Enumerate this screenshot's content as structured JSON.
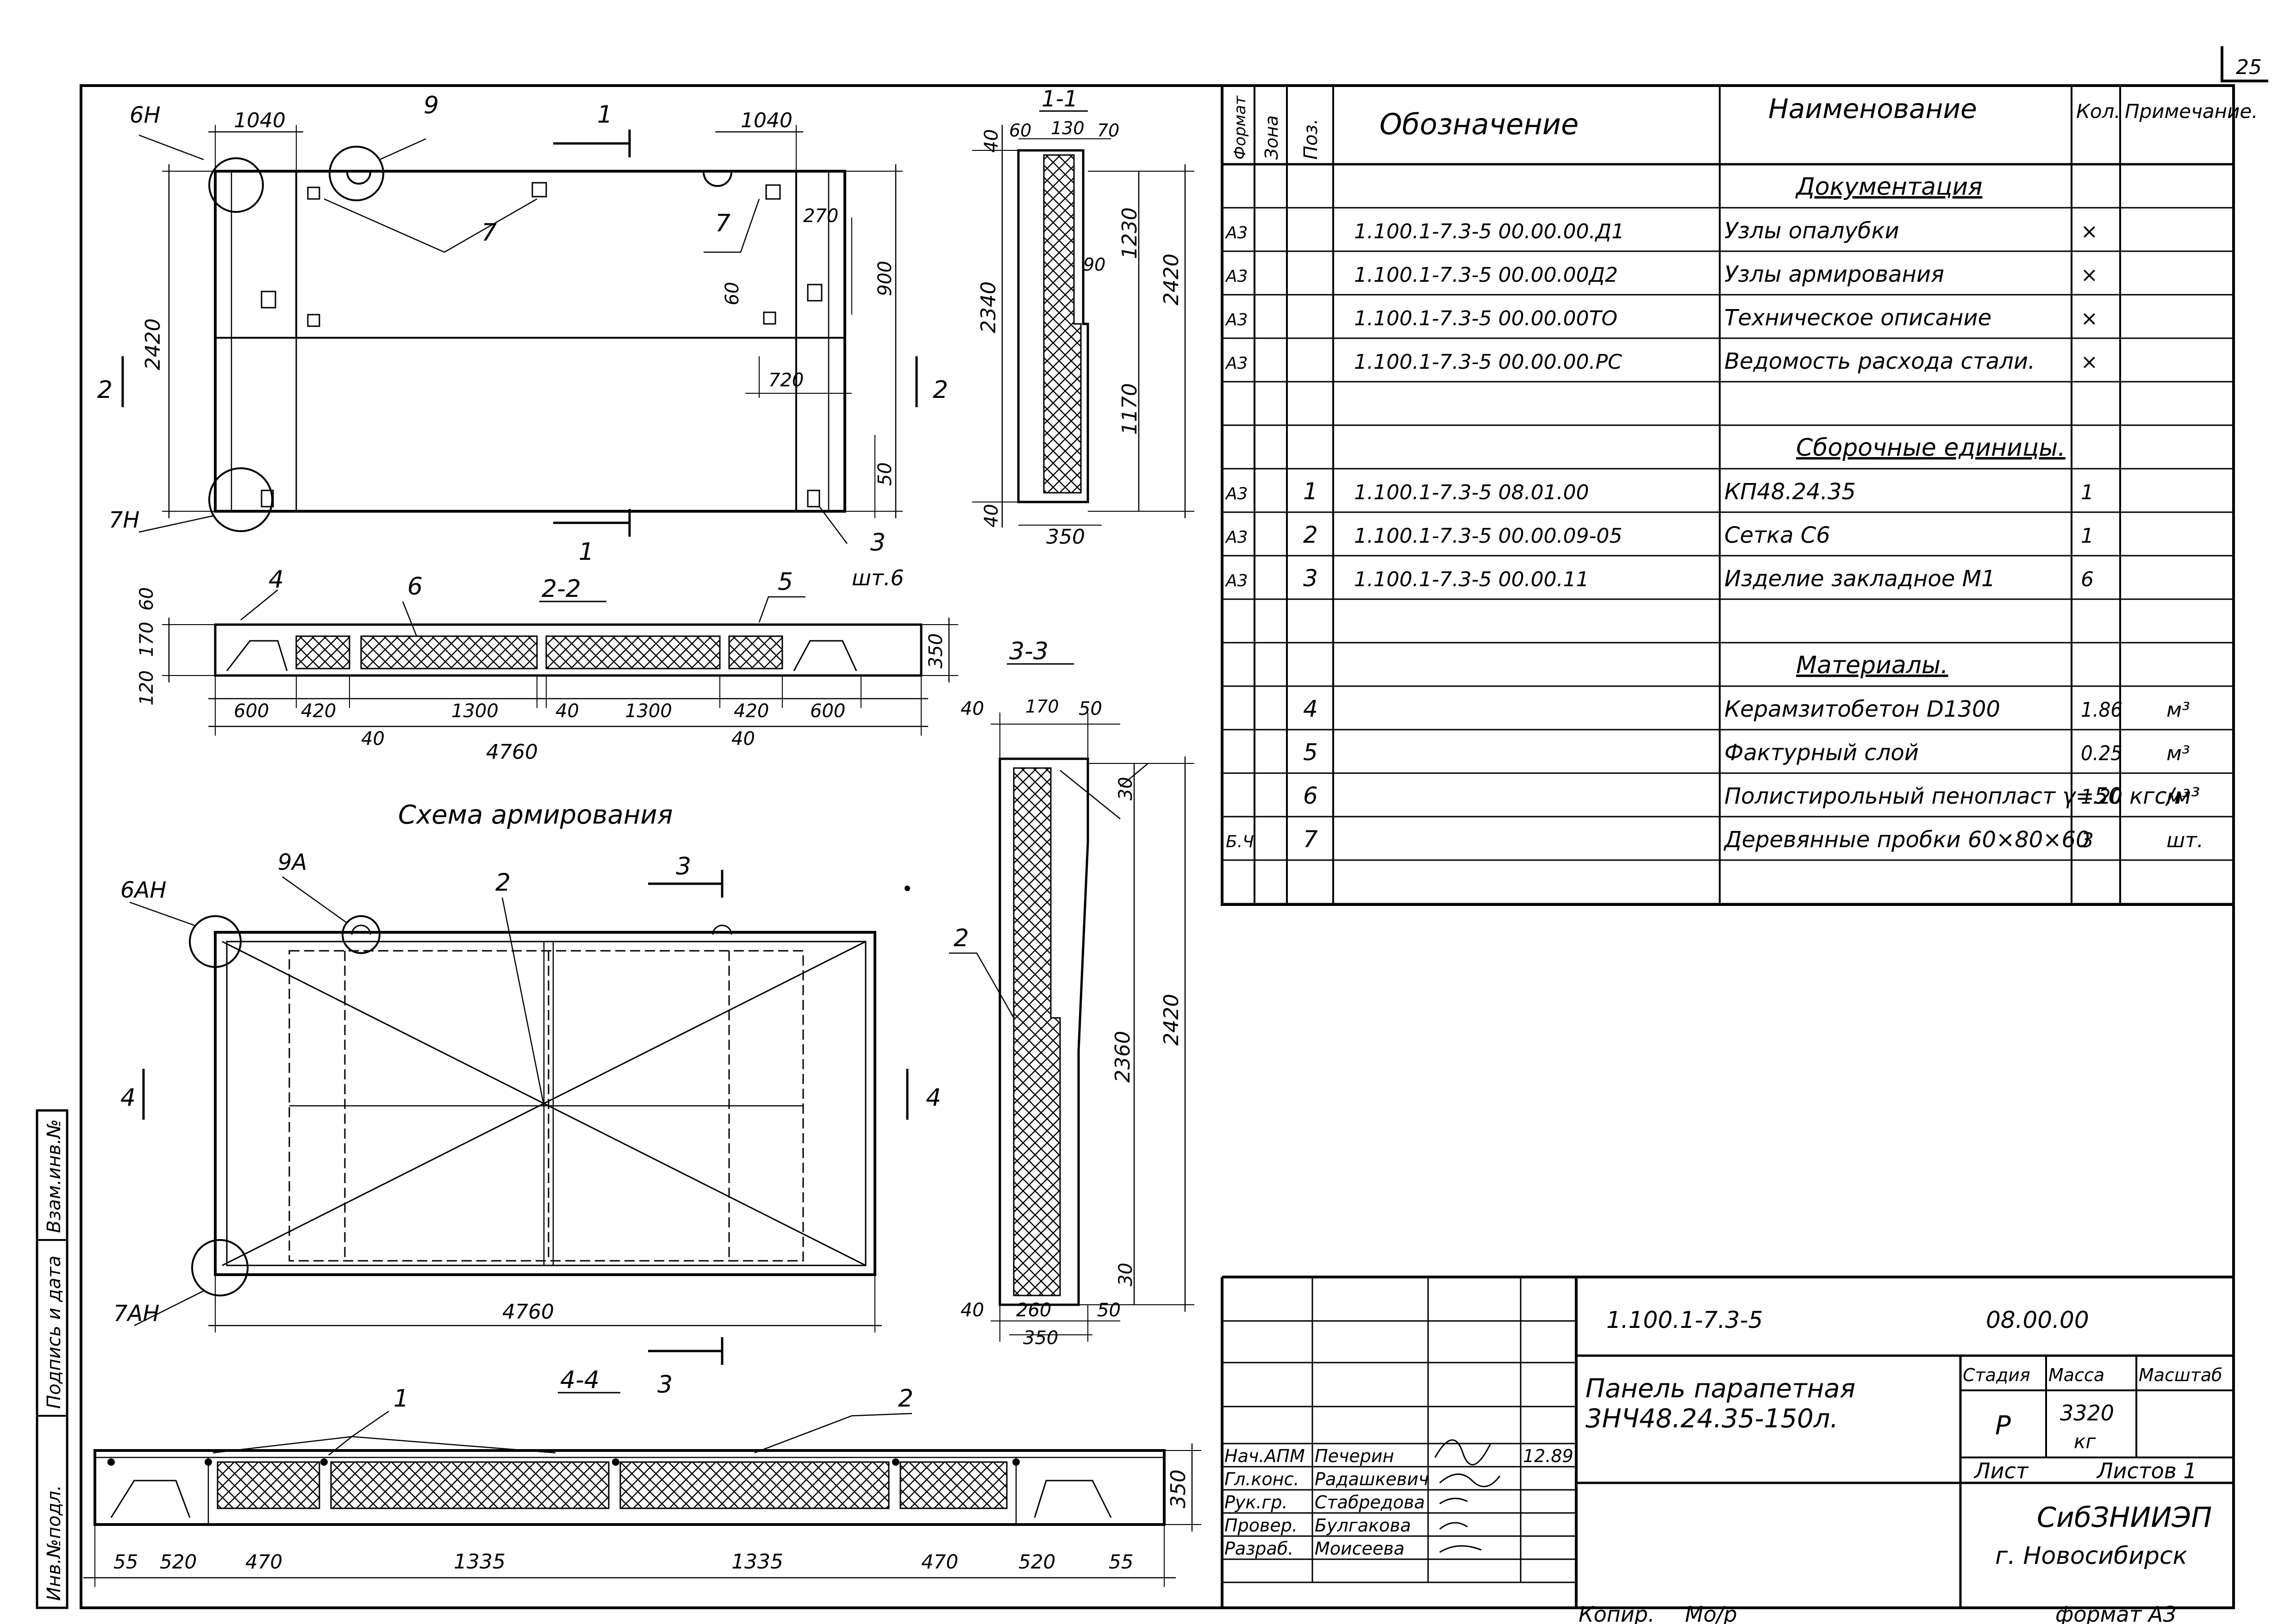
{
  "sheet": {
    "page_number": "25",
    "format_label": "формат А3",
    "copy_label": "Копир.",
    "copy_sign": "Мо/р"
  },
  "side_stamp": {
    "inv_podl": "Инв.№подл.",
    "podpis_data": "Подпись и дата",
    "vzam_inv": "Взам.инв.№"
  },
  "spec_table": {
    "headers": {
      "format": "Формат",
      "zone": "Зона",
      "pos": "Поз.",
      "designation": "Обозначение",
      "name": "Наименование",
      "qty": "Кол.",
      "note": "Примечание."
    },
    "rows": [
      {
        "format": "",
        "pos": "",
        "designation": "",
        "name": "Документация",
        "qty": "",
        "note": "",
        "section": true
      },
      {
        "format": "А3",
        "pos": "",
        "designation": "1.100.1-7.3-5 00.00.00.Д1",
        "name": "Узлы опалубки",
        "qty": "×",
        "note": ""
      },
      {
        "format": "А3",
        "pos": "",
        "designation": "1.100.1-7.3-5 00.00.00Д2",
        "name": "Узлы армирования",
        "qty": "×",
        "note": ""
      },
      {
        "format": "А3",
        "pos": "",
        "designation": "1.100.1-7.3-5 00.00.00ТО",
        "name": "Техническое описание",
        "qty": "×",
        "note": ""
      },
      {
        "format": "А3",
        "pos": "",
        "designation": "1.100.1-7.3-5 00.00.00.РС",
        "name": "Ведомость расхода стали.",
        "qty": "×",
        "note": ""
      },
      {
        "format": "",
        "pos": "",
        "designation": "",
        "name": "",
        "qty": "",
        "note": ""
      },
      {
        "format": "",
        "pos": "",
        "designation": "",
        "name": "Сборочные единицы.",
        "qty": "",
        "note": "",
        "section": true
      },
      {
        "format": "А3",
        "pos": "1",
        "designation": "1.100.1-7.3-5 08.01.00",
        "name": "КП48.24.35",
        "qty": "1",
        "note": ""
      },
      {
        "format": "А3",
        "pos": "2",
        "designation": "1.100.1-7.3-5 00.00.09-05",
        "name": "Сетка С6",
        "qty": "1",
        "note": ""
      },
      {
        "format": "А3",
        "pos": "3",
        "designation": "1.100.1-7.3-5 00.00.11",
        "name": "Изделие закладное М1",
        "qty": "6",
        "note": ""
      },
      {
        "format": "",
        "pos": "",
        "designation": "",
        "name": "",
        "qty": "",
        "note": ""
      },
      {
        "format": "",
        "pos": "",
        "designation": "",
        "name": "Материалы.",
        "qty": "",
        "note": "",
        "section": true
      },
      {
        "format": "",
        "pos": "4",
        "designation": "",
        "name": "Керамзитобетон D1300",
        "qty": "1.86",
        "note": "м³"
      },
      {
        "format": "",
        "pos": "5",
        "designation": "",
        "name": "Фактурный слой",
        "qty": "0.25",
        "note": "м³"
      },
      {
        "format": "",
        "pos": "6",
        "designation": "",
        "name": "Полистирольный пенопласт γ=50 кгс/м³",
        "qty": "1.20",
        "note": "м³"
      },
      {
        "format": "Б.Ч",
        "pos": "7",
        "designation": "",
        "name": "Деревянные пробки 60×80×60",
        "qty": "3",
        "note": "шт."
      },
      {
        "format": "",
        "pos": "",
        "designation": "",
        "name": "",
        "qty": "",
        "note": ""
      }
    ]
  },
  "title_block": {
    "doc_code": "1.100.1-7.3-5",
    "doc_number": "08.00.00",
    "product_title_line1": "Панель парапетная",
    "product_title_line2": "3НЧ48.24.35-150л.",
    "stage_label": "Стадия",
    "mass_label": "Масса",
    "scale_label": "Масштаб",
    "stage_value": "Р",
    "mass_value": "3320",
    "mass_unit": "кг",
    "sheet_label": "Лист",
    "sheets_label": "Листов 1",
    "org_line1": "СибЗНИИЭП",
    "org_line2": "г. Новосибирск",
    "people": [
      {
        "role": "Нач.АПМ",
        "name": "Печерин",
        "date": "12.89"
      },
      {
        "role": "Гл.конс.",
        "name": "Радашкевич",
        "date": ""
      },
      {
        "role": "Рук.гр.",
        "name": "Стабредова",
        "date": ""
      },
      {
        "role": "Провер.",
        "name": "Булгакова",
        "date": ""
      },
      {
        "role": "Разраб.",
        "name": "Моисеева",
        "date": ""
      }
    ]
  },
  "views": {
    "view_main": {
      "dims": [
        "1040",
        "1040",
        "2420",
        "270",
        "900",
        "60",
        "720",
        "50"
      ],
      "callouts": [
        "6Н",
        "9",
        "7",
        "7",
        "7Н",
        "3",
        "шт.6"
      ],
      "section_marks": [
        "1",
        "1",
        "2",
        "2"
      ]
    },
    "view_11": {
      "title": "1-1",
      "dims": [
        "40",
        "60",
        "130",
        "70",
        "2340",
        "1230",
        "2420",
        "90",
        "1170",
        "40",
        "350"
      ]
    },
    "view_22": {
      "title": "2-2",
      "callouts": [
        "4",
        "6",
        "5"
      ],
      "dims": [
        "60",
        "170",
        "120",
        "350",
        "600",
        "420",
        "1300",
        "40",
        "1300",
        "420",
        "600",
        "40",
        "40",
        "4760"
      ]
    },
    "scheme_title": "Схема армирования",
    "view_arm": {
      "callouts": [
        "6АН",
        "9А",
        "2",
        "7АН"
      ],
      "section_marks": [
        "3",
        "3",
        "4",
        "4"
      ],
      "dims": [
        "4760"
      ]
    },
    "view_33": {
      "title": "3-3",
      "callouts": [
        "2"
      ],
      "dims": [
        "40",
        "170",
        "50",
        "30",
        "2360",
        "2420",
        "30",
        "40",
        "260",
        "50",
        "350"
      ]
    },
    "view_44": {
      "title": "4-4",
      "callouts": [
        "1",
        "2"
      ],
      "dims": [
        "350",
        "55",
        "520",
        "470",
        "1335",
        "1335",
        "470",
        "520",
        "55"
      ]
    }
  }
}
